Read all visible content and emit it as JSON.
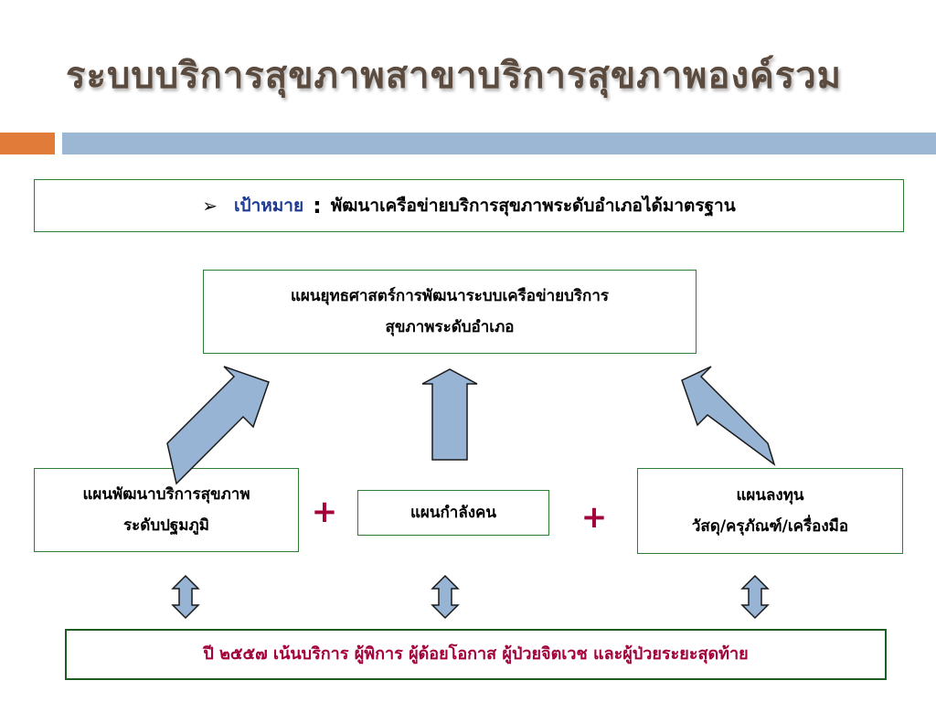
{
  "slide": {
    "title": "ระบบบริการสุขภาพสาขาบริการสุขภาพองค์รวม"
  },
  "goal": {
    "bullet": "➢",
    "label": "เป้าหมาย",
    "colon": ":",
    "text": "พัฒนาเครือข่ายบริการสุขภาพระดับอำเภอได้มาตรฐาน"
  },
  "strategy": {
    "line1": "แผนยุทธศาสตร์การพัฒนาระบบเครือข่ายบริการ",
    "line2": "สุขภาพระดับอำเภอ"
  },
  "plans": {
    "primary": {
      "line1": "แผนพัฒนาบริการสุขภาพ",
      "line2": "ระดับปฐมภูมิ"
    },
    "workforce": {
      "line1": "แผนกำลังคน"
    },
    "investment": {
      "line1": "แผนลงทุน",
      "line2": "วัสดุ/ครุภัณฑ์/เครื่องมือ"
    },
    "plus_sign": "+"
  },
  "bottom": {
    "text": "ปี ๒๕๕๗  เน้นบริการ ผู้พิการ ผู้ด้อยโอกาส ผู้ป่วยจิตเวช และผู้ป่วยระยะสุดท้าย"
  },
  "colors": {
    "arrow_fill": "#98b4d4",
    "arrow_stroke": "#1a1a1a",
    "box_border": "#2e7d32",
    "accent_orange": "#e07b39",
    "accent_blue": "#9bb7d4",
    "plus_color": "#a3003c",
    "title_color": "#5b4a3e"
  }
}
